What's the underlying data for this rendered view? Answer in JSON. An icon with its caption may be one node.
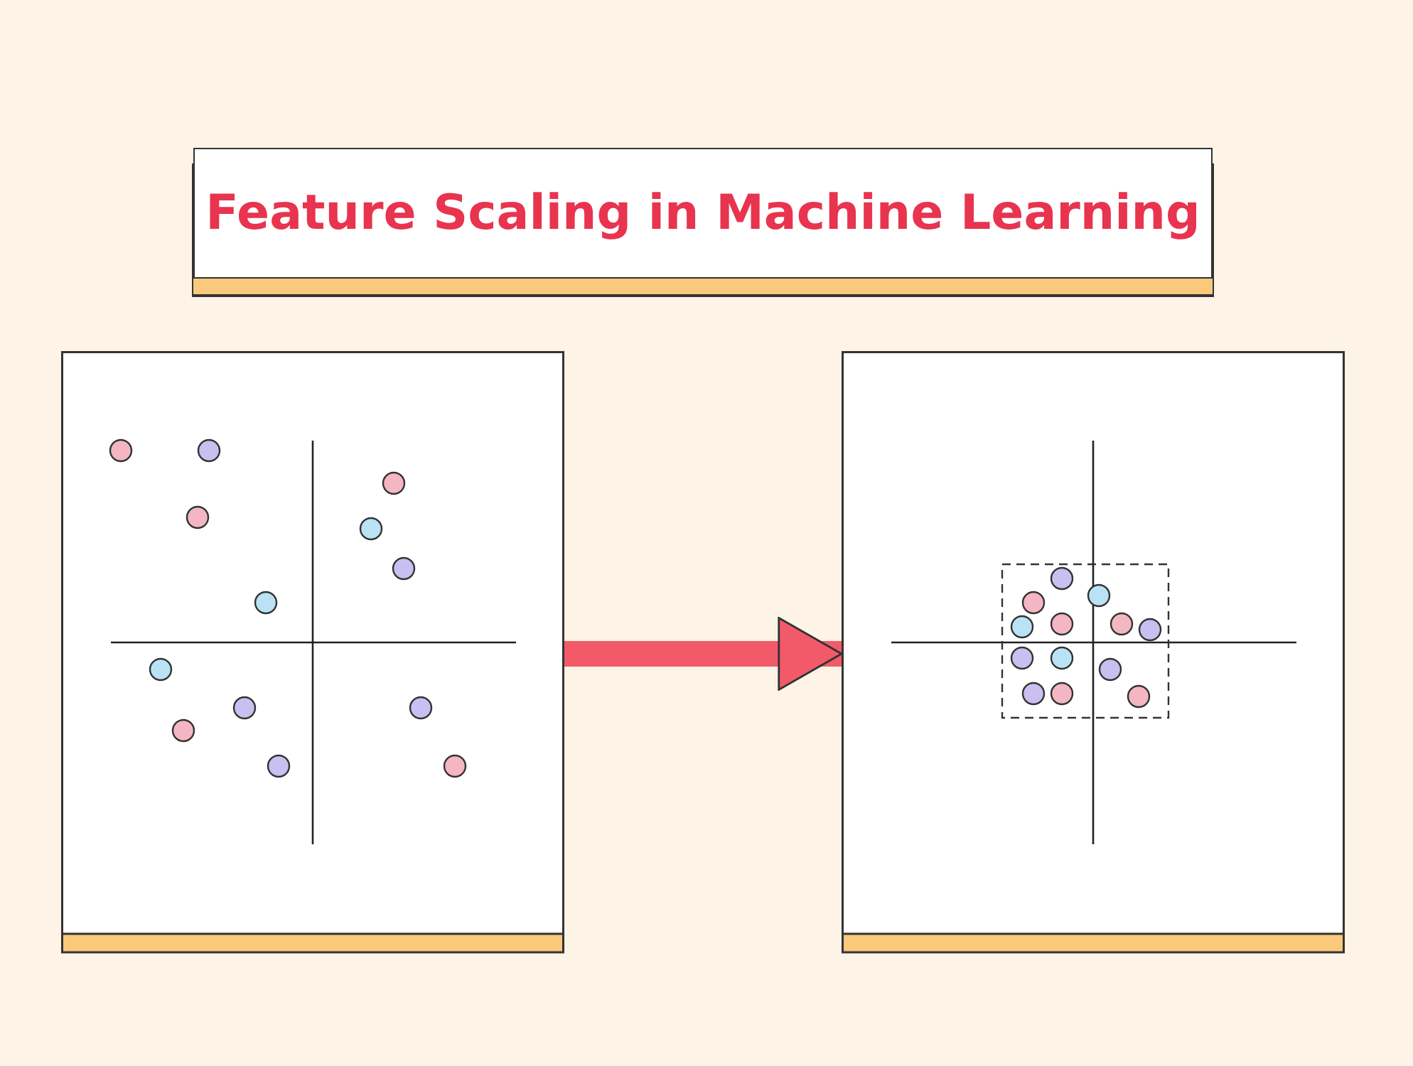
{
  "diagram": {
    "title": "Feature Scaling in Machine Learning",
    "nodes": [
      {
        "text": [],
        "shape": "picture"
      },
      {
        "text": [],
        "shape": "picture"
      }
    ],
    "edges": [
      {
        "from": 0,
        "to": 1,
        "arrow": "to"
      }
    ]
  }
}
